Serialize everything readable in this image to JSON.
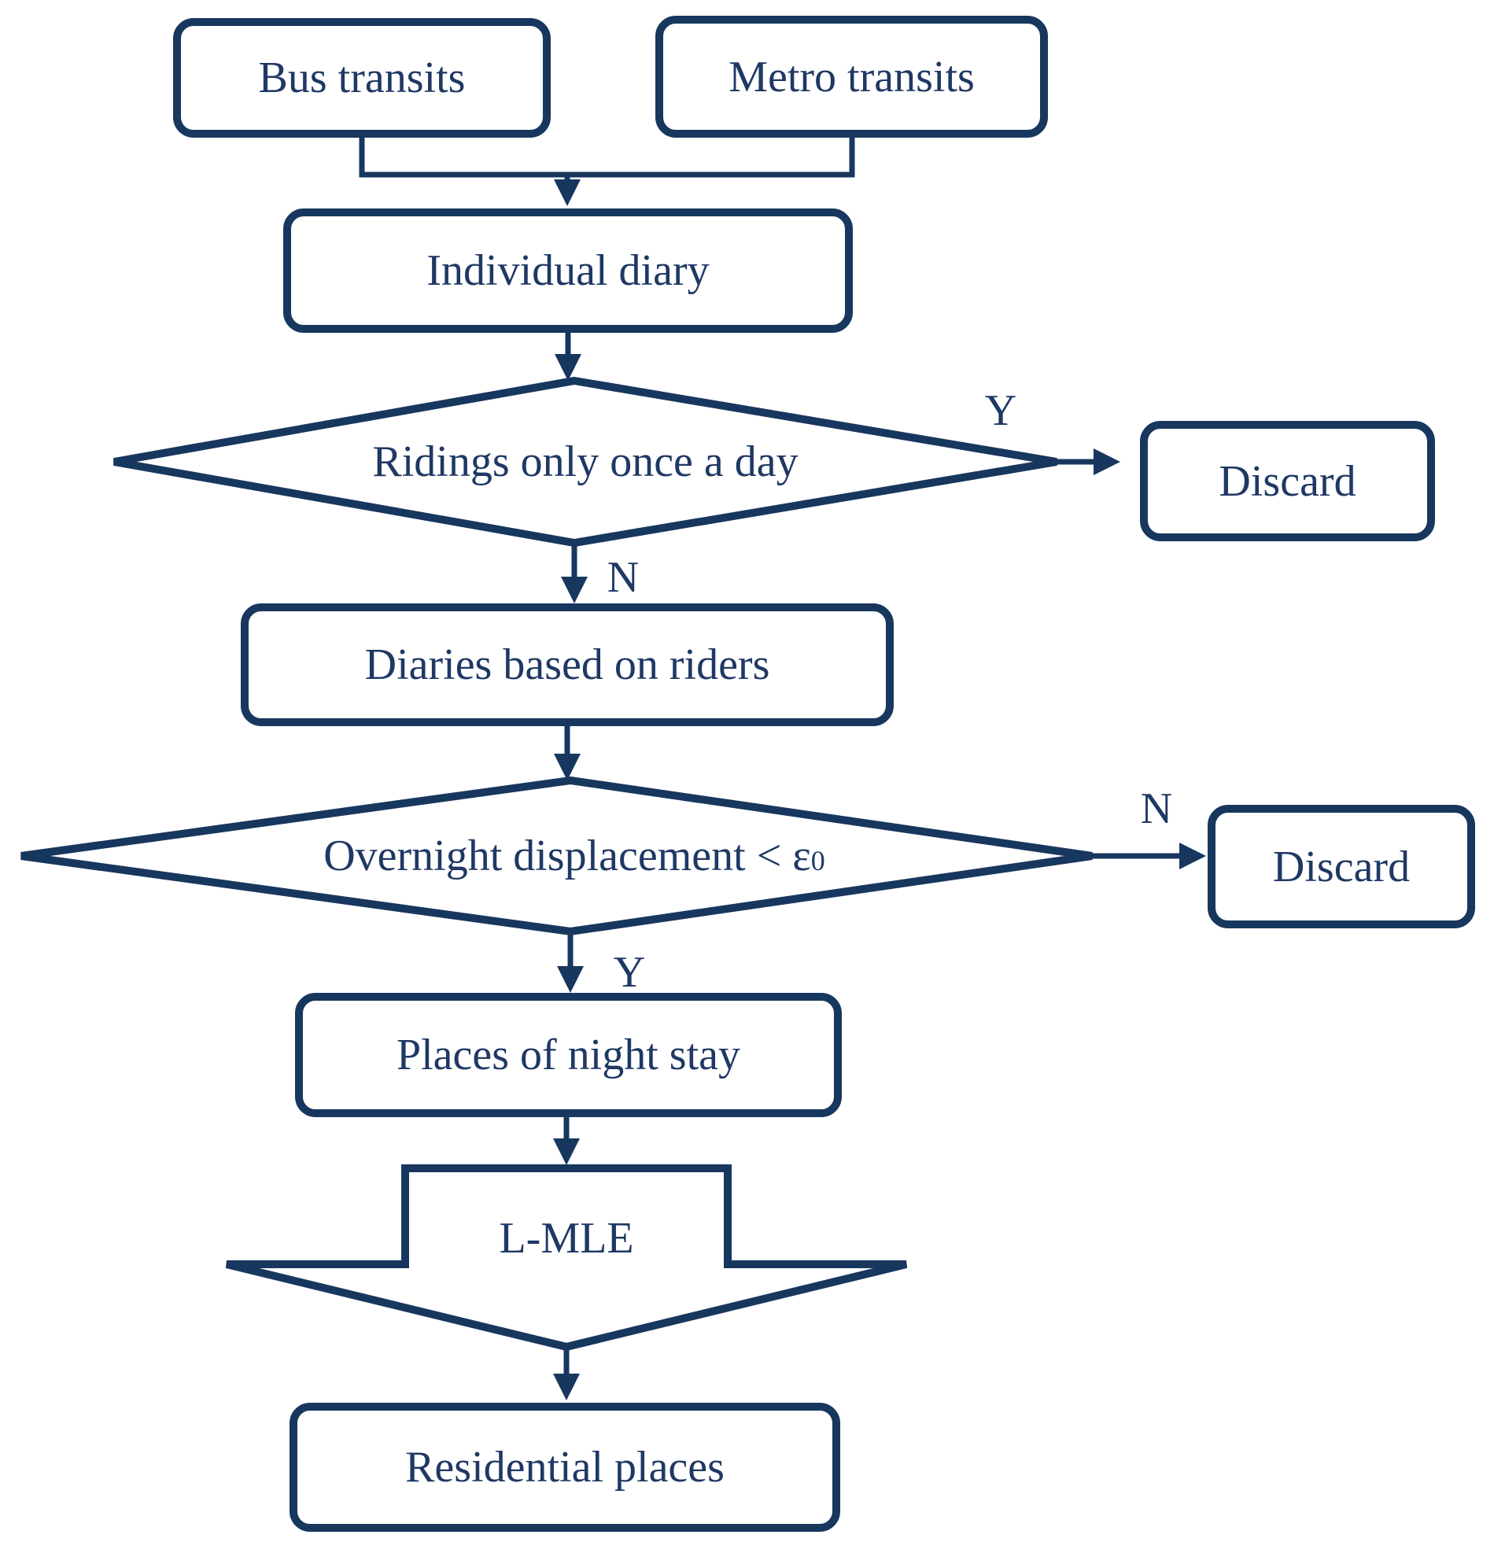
{
  "figure": {
    "background": "#FFFFFF",
    "stroke_color": "#17375E",
    "text_color": "#1F3864"
  },
  "nodes": {
    "bus_transits": {
      "label": "Bus transits"
    },
    "metro_transits": {
      "label": "Metro transits"
    },
    "individual_diary": {
      "label": "Individual diary"
    },
    "ridings_decision": {
      "label": "Ridings only once a day"
    },
    "discard_ridings": {
      "label": "Discard"
    },
    "diaries_riders": {
      "label": "Diaries based on riders"
    },
    "overnight_decision": {
      "label_main": "Overnight displacement < ε",
      "label_sub": "0"
    },
    "discard_overnight": {
      "label": "Discard"
    },
    "night_stay": {
      "label": "Places of night stay"
    },
    "lmle": {
      "label": "L-MLE"
    },
    "residential": {
      "label": "Residential places"
    }
  },
  "branch_labels": {
    "ridings_yes": "Y",
    "ridings_no": "N",
    "overnight_no": "N",
    "overnight_yes": "Y"
  }
}
